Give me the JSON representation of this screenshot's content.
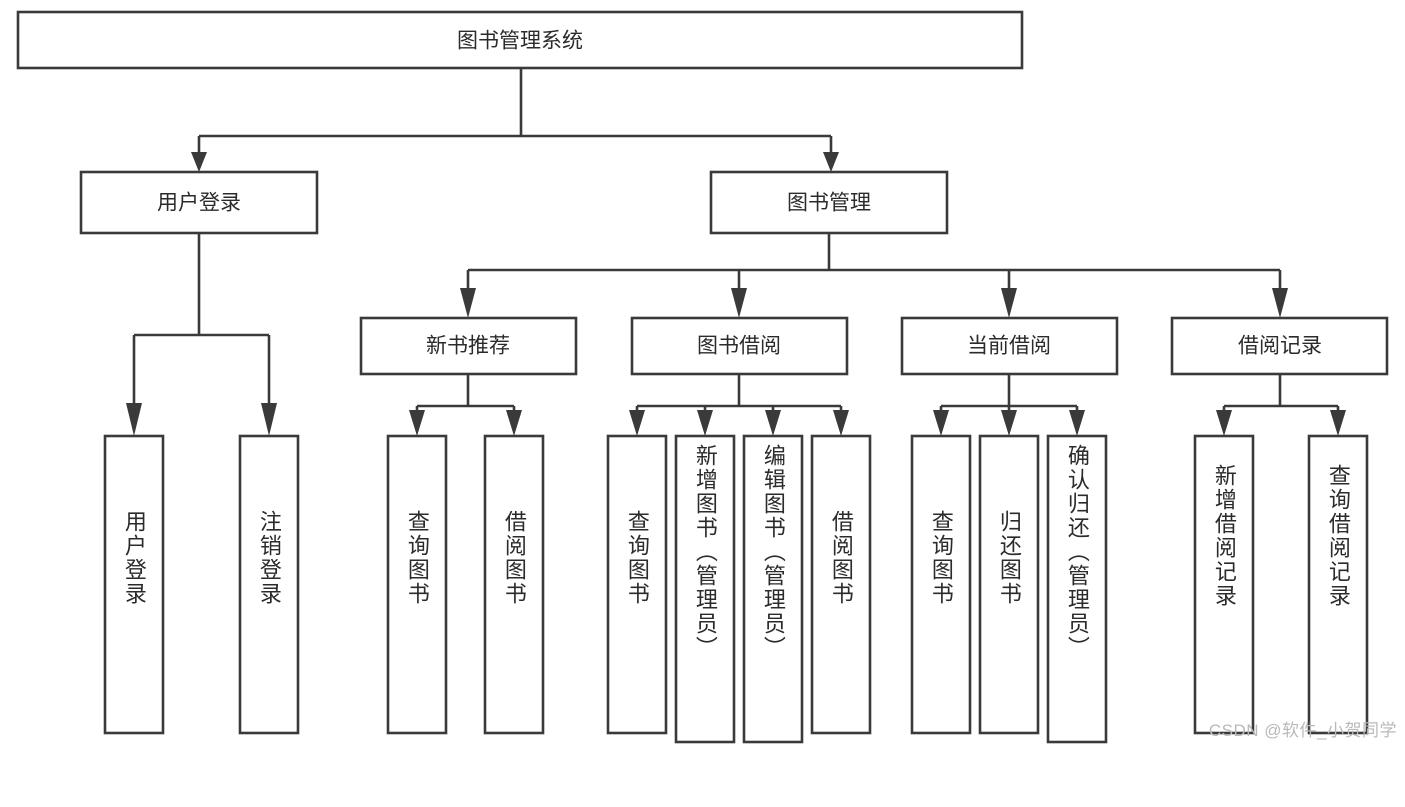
{
  "diagram": {
    "title": "图书管理系统",
    "type": "tree-hierarchy-chart",
    "watermark": "CSDN @软件_小贺同学",
    "colors": {
      "stroke": "#3a3a3a",
      "box_fill": "#ffffff",
      "text": "#2b2b2b",
      "background": "#ffffff",
      "watermark": "#b9b9b9"
    },
    "root": {
      "label": "图书管理系统"
    },
    "level2": [
      {
        "label": "用户登录"
      },
      {
        "label": "图书管理"
      }
    ],
    "level3": [
      {
        "label": "新书推荐"
      },
      {
        "label": "图书借阅"
      },
      {
        "label": "当前借阅"
      },
      {
        "label": "借阅记录"
      }
    ],
    "leaves": {
      "user_login": [
        {
          "label": "用户登录"
        },
        {
          "label": "注销登录"
        }
      ],
      "new_book_recommend": [
        {
          "label": "查询图书"
        },
        {
          "label": "借阅图书"
        }
      ],
      "book_borrow": [
        {
          "label": "查询图书"
        },
        {
          "label": "新增图书（管理员）"
        },
        {
          "label": "编辑图书（管理员）"
        },
        {
          "label": "借阅图书"
        }
      ],
      "current_borrow": [
        {
          "label": "查询图书"
        },
        {
          "label": "归还图书"
        },
        {
          "label": "确认归还（管理员）"
        }
      ],
      "borrow_record": [
        {
          "label": "新增借阅记录"
        },
        {
          "label": "查询借阅记录"
        }
      ]
    }
  }
}
